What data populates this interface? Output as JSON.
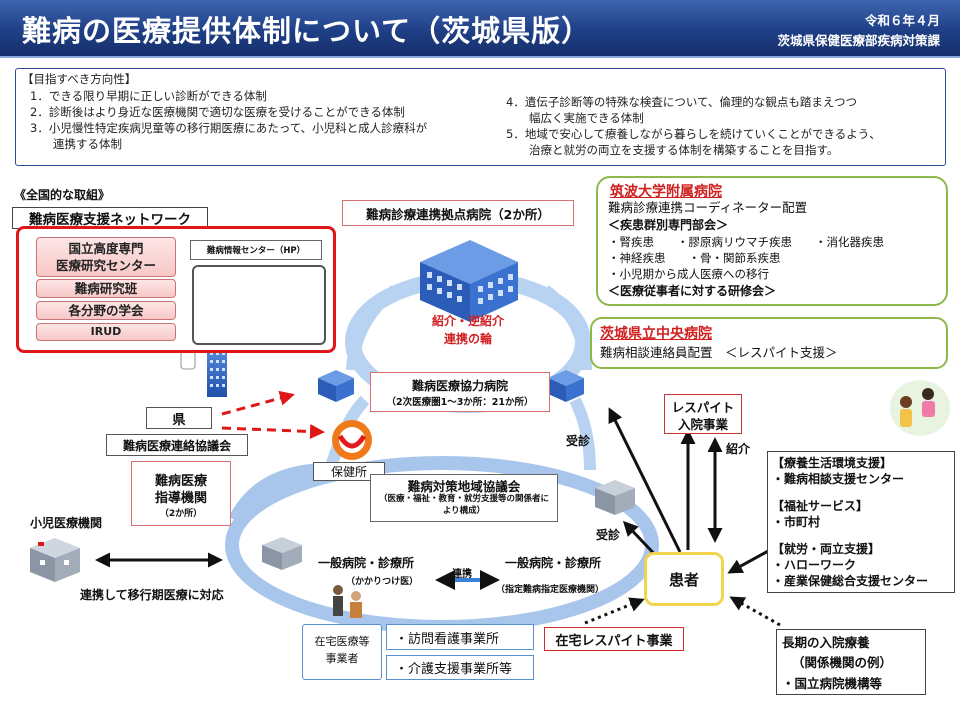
{
  "header": {
    "title": "難病の医療提供体制について（茨城県版）",
    "date": "令和６年４月",
    "dept": "茨城県保健医療部疾病対策課"
  },
  "goals": {
    "heading": "【目指すべき方向性】",
    "left": [
      "1．できる限り早期に正しい診断ができる体制",
      "2．診断後はより身近な医療機関で適切な医療を受けることができる体制",
      "3．小児慢性特定疾病児童等の移行期医療にあたって、小児科と成人診療科が",
      "　　連携する体制"
    ],
    "right": [
      "4．遺伝子診断等の特殊な検査について、倫理的な観点も踏まえつつ",
      "　　幅広く実施できる体制",
      "5．地域で安心して療養しながら暮らしを続けていくことができるよう、",
      "　　治療と就労の両立を支援する体制を構築することを目指す。"
    ]
  },
  "national": {
    "label": "《全国的な取組》",
    "network": "難病医療支援ネットワーク",
    "items": [
      "国立高度専門\n医療研究センター",
      "難病研究班",
      "各分野の学会",
      "IRUD"
    ],
    "info_center": "難病情報センター（HP）"
  },
  "hub": {
    "title": "難病診療連携拠点病院（2か所）",
    "ring_label_1": "紹介・逆紹介",
    "ring_label_2": "連携の輪",
    "coop_title": "難病医療協力病院",
    "coop_sub": "（2次医療圏1～3か所：21か所）"
  },
  "tsukuba": {
    "title": "筑波大学附属病院",
    "lines": [
      "難病診療連携コーディネーター配置",
      "＜疾患群別専門部会＞",
      "・腎疾患　　・膠原病リウマチ疾患　　・消化器疾患",
      "・神経疾患　　・骨・関節系疾患",
      "・小児期から成人医療への移行",
      "＜医療従事者に対する研修会＞"
    ]
  },
  "chuo": {
    "title": "茨城県立中央病院",
    "line": "難病相談連絡員配置　＜レスパイト支援＞"
  },
  "left_side": {
    "prefecture": "県",
    "council": "難病医療連絡協議会",
    "guidance_1": "難病医療",
    "guidance_2": "指導機関",
    "guidance_3": "（2か所）",
    "pediatric": "小児医療機関",
    "transition": "連携して移行期医療に対応"
  },
  "center": {
    "health_center": "保健所",
    "regional_title": "難病対策地域協議会",
    "regional_sub": "（医療・福祉・教育・就労支援等の関係者により構成）",
    "clinic_left": "一般病院・診療所",
    "clinic_left_sub": "（かかりつけ医）",
    "link": "連携",
    "clinic_right": "一般病院・診療所",
    "clinic_right_sub": "（指定難病指定医療機関）",
    "home_care": "在宅医療等\n事業者",
    "visiting_nursing": "・訪問看護事業所",
    "care_support": "・介護支援事業所等",
    "home_respite": "在宅レスパイト事業",
    "consult_1": "受診",
    "consult_2": "受診",
    "referral": "紹介"
  },
  "patient": "患者",
  "respite_admission": "レスパイト\n入院事業",
  "support": {
    "s1_title": "【療養生活環境支援】",
    "s1_item": "・難病相談支援センター",
    "s2_title": "【福祉サービス】",
    "s2_item": "・市町村",
    "s3_title": "【就労・両立支援】",
    "s3_item1": "・ハローワーク",
    "s3_item2": "・産業保健総合支援センター"
  },
  "long_term": {
    "line1": "長期の入院療養",
    "line2": "（関係機関の例）",
    "line3": "・国立病院機構等"
  },
  "colors": {
    "header": "#1f3f86",
    "red": "#d12020",
    "green": "#8eb84a",
    "ring": "#a8c6ec"
  }
}
